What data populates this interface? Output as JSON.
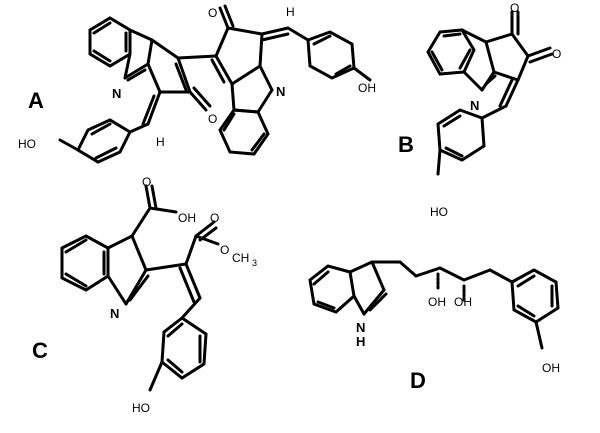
{
  "panels": [
    {
      "id": "A",
      "label": "A"
    },
    {
      "id": "B",
      "label": "B"
    },
    {
      "id": "C",
      "label": "C"
    },
    {
      "id": "D",
      "label": "D"
    }
  ],
  "atoms": {
    "A": {
      "n1": "N",
      "n2": "N",
      "o1": "O",
      "o2": "O",
      "oh1": "HO",
      "oh2": "OH",
      "h1": "H",
      "h2": "H"
    },
    "B": {
      "n": "N",
      "o1": "O",
      "o2": "O",
      "oh": "HO"
    },
    "C": {
      "n": "N",
      "cooh": "OH",
      "cooh_o": "O",
      "ester_o1": "O",
      "ester_o2": "O",
      "methyl": "CH",
      "methyl_sub": "3",
      "oh": "HO"
    },
    "D": {
      "nh_n": "N",
      "nh_h": "H",
      "oh1": "OH",
      "oh2": "OH",
      "oh3": "OH"
    }
  }
}
